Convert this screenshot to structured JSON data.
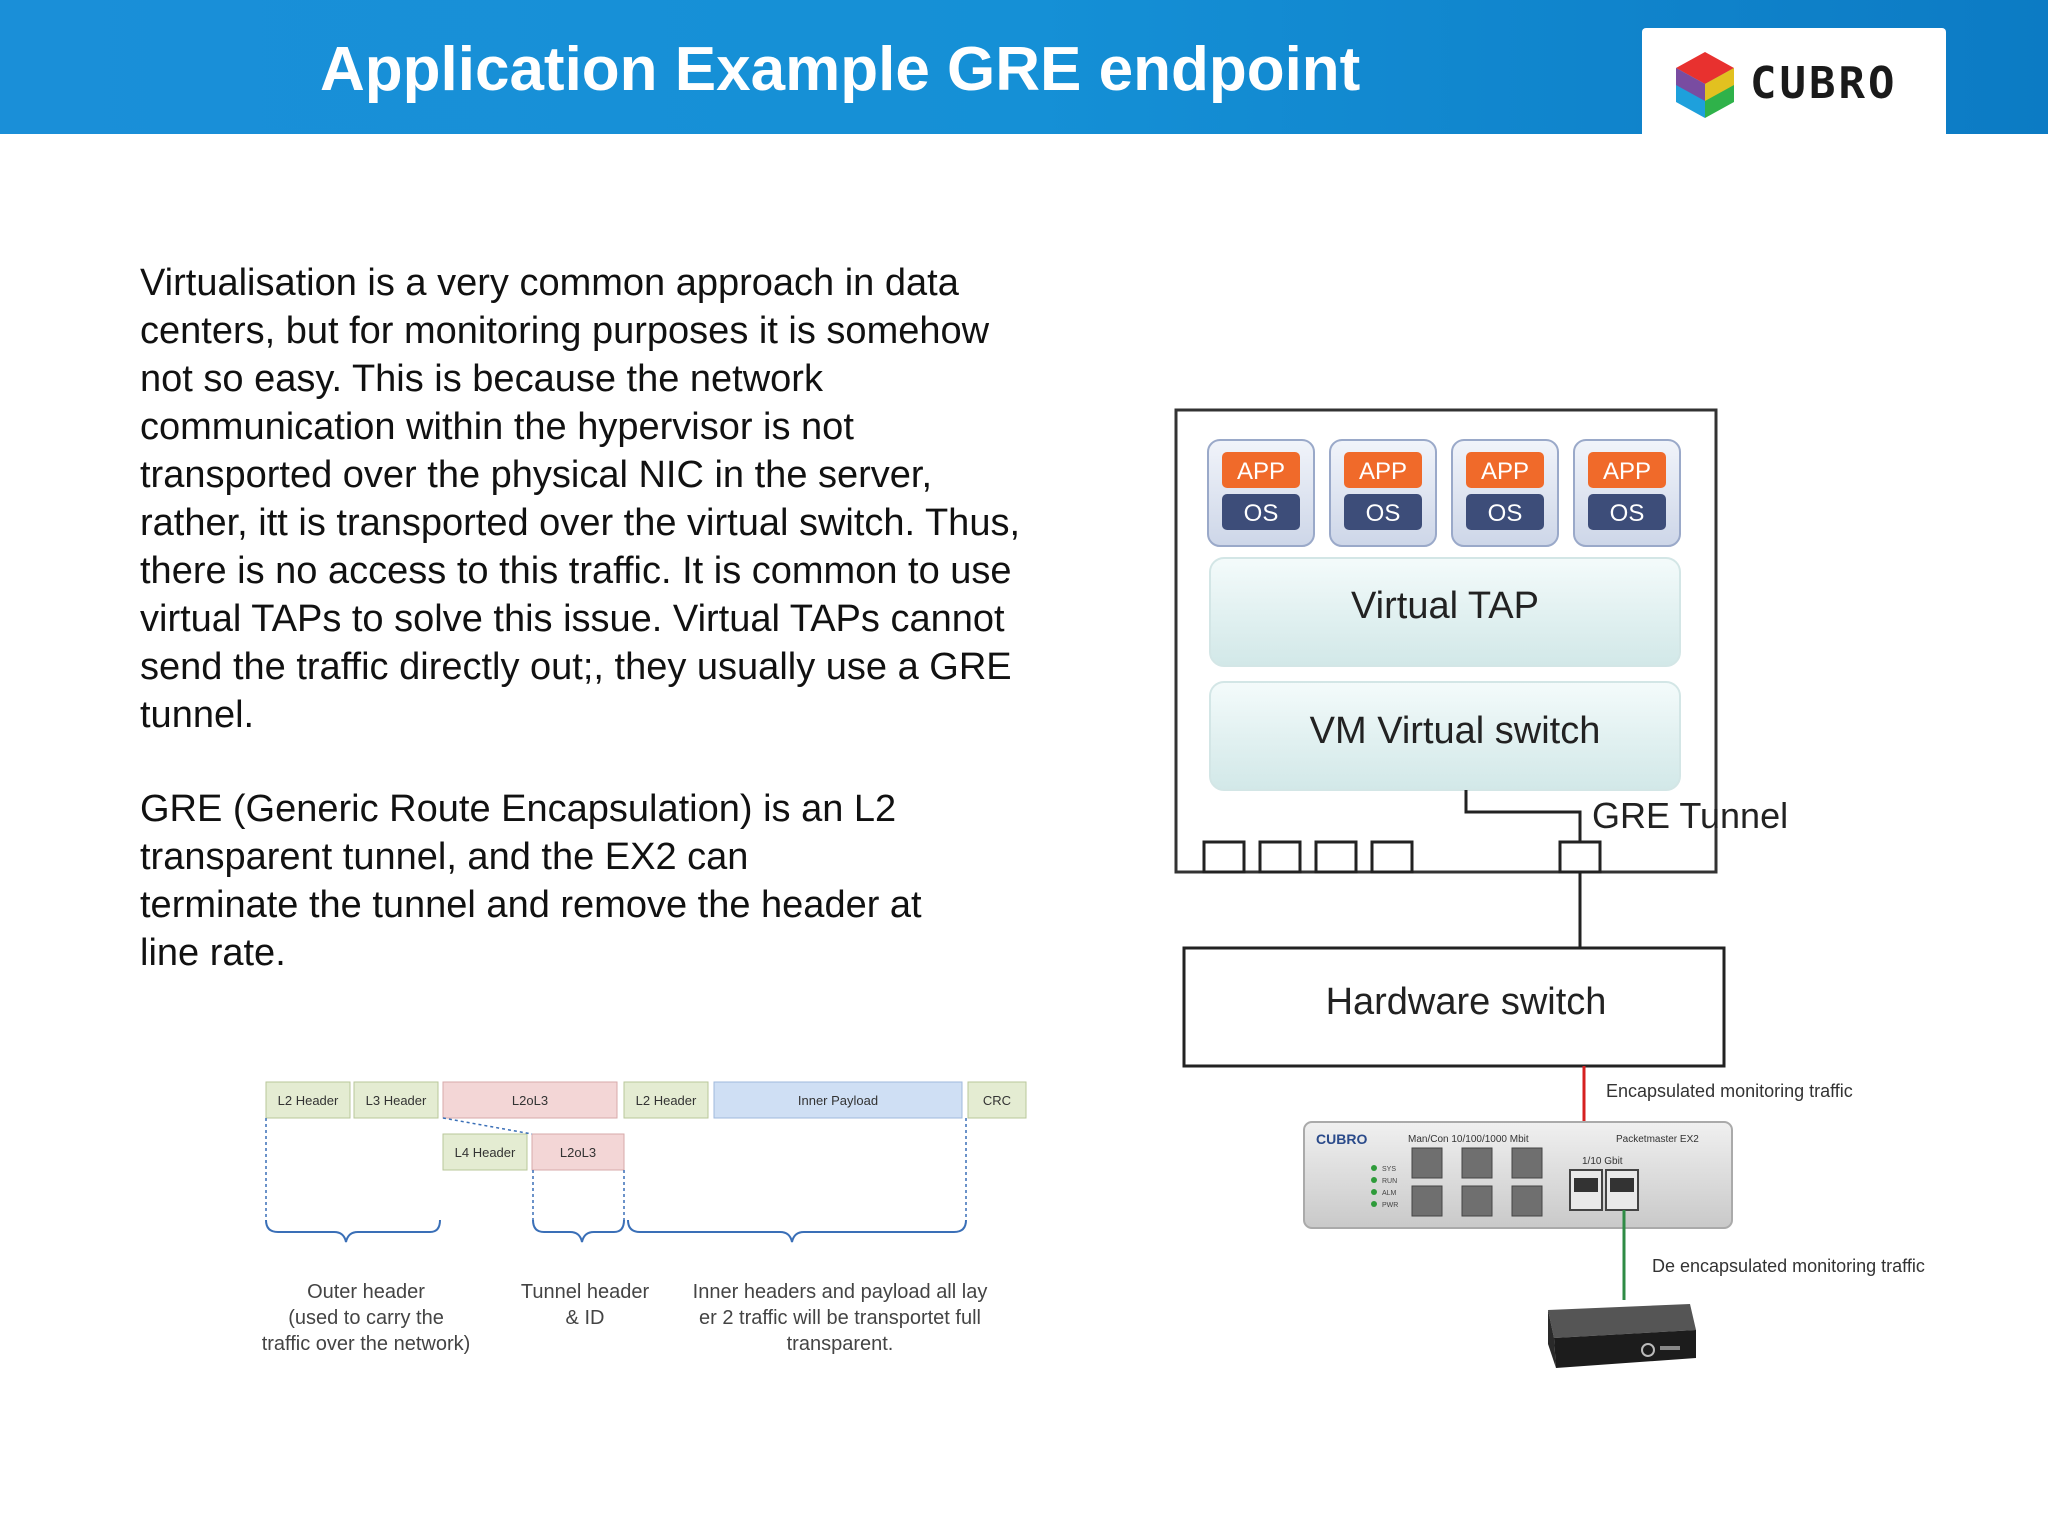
{
  "header": {
    "title": "Application Example GRE endpoint",
    "logo_text": "CUBRO",
    "colors": {
      "bar": "#1590d6",
      "title": "#ffffff"
    }
  },
  "body_text": {
    "paragraph1_lines": [
      "Virtualisation is a very common approach in data",
      "centers, but for monitoring purposes it is somehow",
      "not so easy. This is because the network",
      "communication within the hypervisor is not",
      "transported over the physical NIC in the server,",
      "rather, itt is transported over the virtual switch. Thus,",
      "there is no access to this traffic. It is common to use",
      "virtual TAPs to solve this issue. Virtual TAPs cannot",
      "send the traffic directly out;, they usually use a GRE",
      "tunnel."
    ],
    "paragraph2_lines": [
      "GRE (Generic Route Encapsulation) is an L2",
      "transparent tunnel, and the EX2 can",
      "terminate the tunnel and remove the header at",
      "line rate."
    ]
  },
  "packet_diagram": {
    "top_row": [
      "L2 Header",
      "L3 Header",
      "L2oL3",
      "L2 Header",
      "Inner Payload",
      "CRC"
    ],
    "sub_row": [
      "L4 Header",
      "L2oL3"
    ],
    "captions": {
      "outer": [
        "Outer header",
        "(used to carry the",
        "traffic over the network)"
      ],
      "tunnel": [
        "Tunnel header",
        "& ID"
      ],
      "inner": [
        "Inner headers and payload all lay",
        "er 2 traffic will be transportet full",
        "transparent."
      ]
    },
    "colors": {
      "green": "#e4ecd2",
      "pink": "#f3d6d6",
      "blue": "#cfdff4",
      "brace": "#3a6fb7"
    }
  },
  "network_diagram": {
    "vm_app_label": "APP",
    "vm_os_label": "OS",
    "vm_count": 4,
    "virtual_tap_label": "Virtual TAP",
    "vswitch_label": "VM Virtual switch",
    "gre_tunnel_label": "GRE Tunnel",
    "hardware_switch_label": "Hardware switch",
    "encap_label": "Encapsulated monitoring traffic",
    "decap_label": "De encapsulated monitoring traffic",
    "ex2": {
      "brand": "CUBRO",
      "mancon_label": "Man/Con 10/100/1000 Mbit",
      "model_label": "Packetmaster EX2",
      "speed_label": "1/10 Gbit",
      "led_labels": [
        "SYS",
        "RUN",
        "ALM",
        "PWR"
      ]
    },
    "colors": {
      "app": "#f06a2a",
      "os": "#3d4d79",
      "band": "#e4f3f3",
      "encap_line": "#d62020",
      "decap_line": "#2e8b45"
    }
  }
}
